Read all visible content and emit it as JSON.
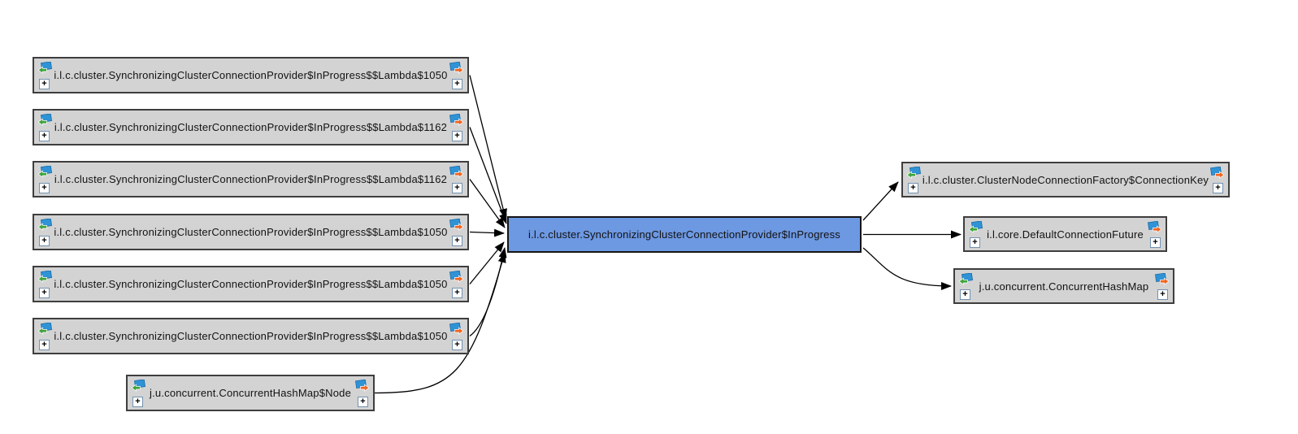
{
  "glyphs": {
    "expand": "+"
  },
  "colors": {
    "background": "#ffffff",
    "node_fill": "#d3d3d3",
    "node_border": "#3e3e3e",
    "selected_fill": "#6d98e2",
    "selected_border": "#141414",
    "edge": "#000000",
    "icon_blue": "#2f93d6",
    "icon_green": "#3fa33c",
    "icon_orange": "#f1641e"
  },
  "icons": {
    "incoming": "incoming-references-icon",
    "outgoing": "outgoing-references-icon"
  },
  "nodes": {
    "left": [
      {
        "label": "i.l.c.cluster.SynchronizingClusterConnectionProvider$InProgress$$Lambda$1050"
      },
      {
        "label": "i.l.c.cluster.SynchronizingClusterConnectionProvider$InProgress$$Lambda$1162"
      },
      {
        "label": "i.l.c.cluster.SynchronizingClusterConnectionProvider$InProgress$$Lambda$1162"
      },
      {
        "label": "i.l.c.cluster.SynchronizingClusterConnectionProvider$InProgress$$Lambda$1050"
      },
      {
        "label": "i.l.c.cluster.SynchronizingClusterConnectionProvider$InProgress$$Lambda$1050"
      },
      {
        "label": "i.l.c.cluster.SynchronizingClusterConnectionProvider$InProgress$$Lambda$1050"
      },
      {
        "label": "j.u.concurrent.ConcurrentHashMap$Node"
      }
    ],
    "center": {
      "label": "i.l.c.cluster.SynchronizingClusterConnectionProvider$InProgress"
    },
    "right": [
      {
        "label": "i.l.c.cluster.ClusterNodeConnectionFactory$ConnectionKey"
      },
      {
        "label": "i.l.core.DefaultConnectionFuture"
      },
      {
        "label": "j.u.concurrent.ConcurrentHashMap"
      }
    ]
  },
  "edges": [
    {
      "from": "left-node-0",
      "to": "center-node"
    },
    {
      "from": "left-node-1",
      "to": "center-node"
    },
    {
      "from": "left-node-2",
      "to": "center-node"
    },
    {
      "from": "left-node-3",
      "to": "center-node"
    },
    {
      "from": "left-node-4",
      "to": "center-node"
    },
    {
      "from": "left-node-5",
      "to": "center-node"
    },
    {
      "from": "left-node-6",
      "to": "center-node"
    },
    {
      "from": "center-node",
      "to": "right-node-0"
    },
    {
      "from": "center-node",
      "to": "right-node-1"
    },
    {
      "from": "center-node",
      "to": "right-node-2"
    }
  ]
}
